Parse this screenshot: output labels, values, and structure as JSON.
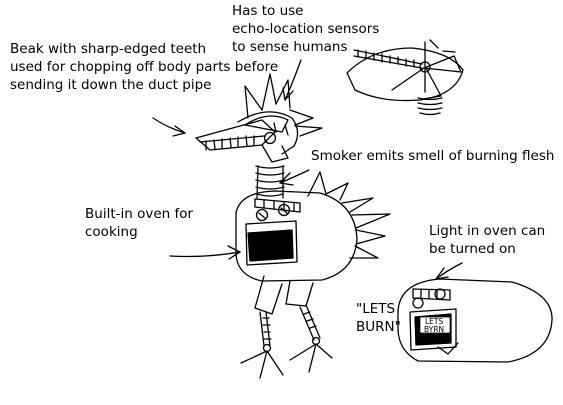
{
  "callouts": {
    "beak": "Beak with sharp-edged teeth\nused for chopping off body parts before\nsending it down the duct pipe",
    "echo": "Has to use\necho-location sensors\nto sense humans",
    "smoker": "Smoker emits smell of burning flesh",
    "oven": "Built-in oven for\ncooking",
    "light": "Light in oven can\nbe turned on",
    "quote": "\"LETS\nBURN\""
  },
  "oven_sign": {
    "line1": "LETS",
    "line2": "BYRN"
  },
  "colors": {
    "ink": "#000000",
    "paper": "#ffffff",
    "oven_window": "#000000"
  }
}
